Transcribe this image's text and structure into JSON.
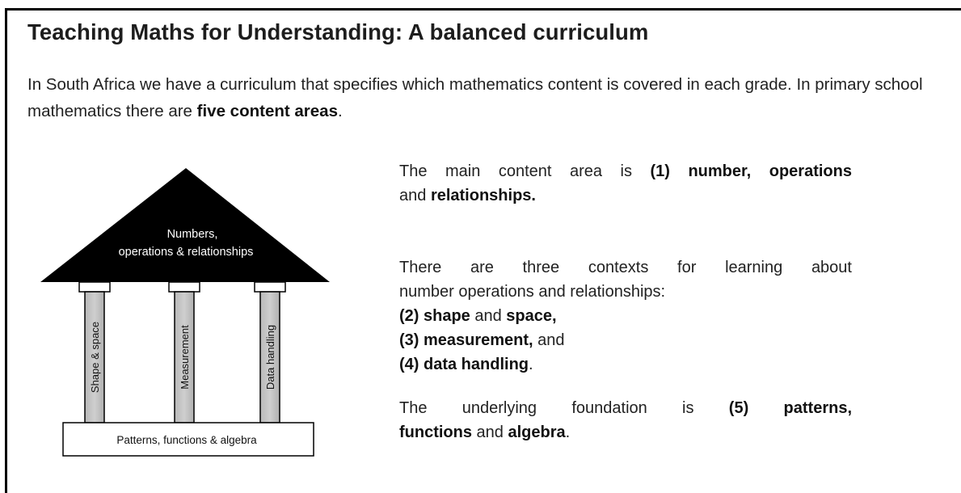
{
  "title": "Teaching Maths for Understanding: A balanced curriculum",
  "intro": {
    "text_before": "In South Africa we have a curriculum that specifies which mathematics content is covered in each grade. In primary school mathematics there are ",
    "bold": "five content areas",
    "text_after": "."
  },
  "diagram": {
    "roof_line1": "Numbers,",
    "roof_line2": "operations & relationships",
    "pillars": [
      "Shape & space",
      "Measurement",
      "Data handling"
    ],
    "foundation": "Patterns, functions & algebra"
  },
  "para1": {
    "t1": "The main content area is ",
    "b1": "(1) number, operations",
    "t2": "and ",
    "b2": "relationships."
  },
  "para2": {
    "t1": "There are three contexts for learning about",
    "t2": "number operations and relationships:",
    "b3": "(2) shape",
    "t3": " and ",
    "b4": "space,",
    "b5": "(3) measurement,",
    "t4": " and",
    "b6": "(4) data handling",
    "t5": "."
  },
  "para3": {
    "t1": "The underlying foundation is ",
    "b1": "(5) patterns,",
    "b2": "functions",
    "t2": " and ",
    "b3": "algebra",
    "t3": "."
  }
}
